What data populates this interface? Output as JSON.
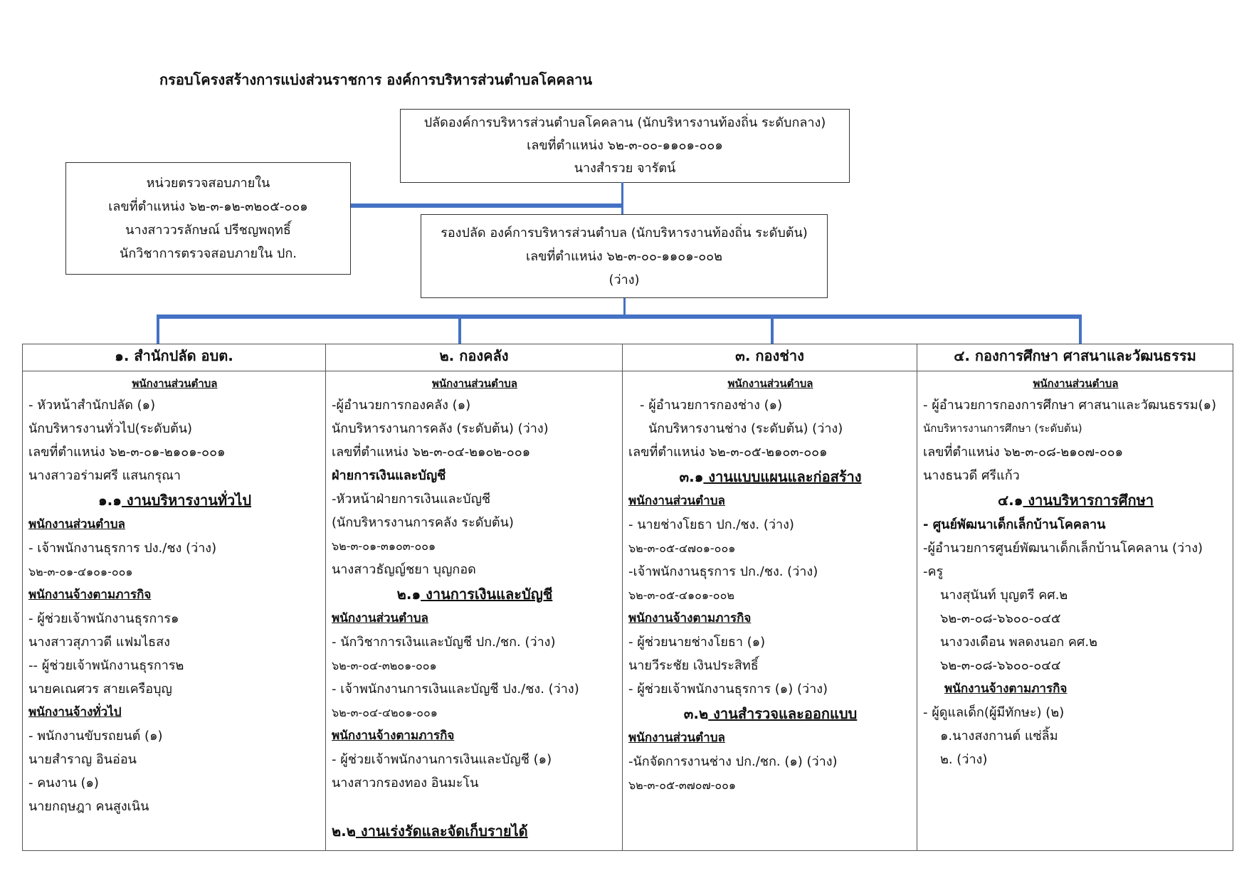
{
  "title": "กรอบโครงสร้างการแบ่งส่วนราชการ องค์การบริหารส่วนตำบลโคคลาน",
  "top_box": [
    "ปลัดองค์การบริหารส่วนตำบลโคคลาน (นักบริหารงานท้องถิ่น ระดับกลาง)",
    "เลขที่ตำแหน่ง ๖๒-๓-๐๐-๑๑๐๑-๐๐๑",
    "นางสำรวย จารัตน์"
  ],
  "audit_box": [
    "หน่วยตรวจสอบภายใน",
    "เลขที่ตำแหน่ง ๖๒-๓-๑๒-๓๒๐๕-๐๐๑",
    "นางสาววรลักษณ์ ปรีชญพฤทธิ์",
    "นักวิชาการตรวจสอบภายใน ปก."
  ],
  "deputy_box": [
    "รองปลัด องค์การบริหารส่วนตำบล (นักบริหารงานท้องถิ่น ระดับต้น)",
    "เลขที่ตำแหน่ง ๖๒-๓-๐๐-๑๑๐๑-๐๐๒",
    "(ว่าง)"
  ],
  "colors": {
    "connector": "#4472c4",
    "border": "#333333"
  },
  "columns": [
    {
      "header": "๑. สำนักปลัด อบต.",
      "lines": [
        {
          "k": "sub",
          "t": "พนักงานส่วนตำบล"
        },
        {
          "k": "n",
          "t": "- หัวหน้าสำนักปลัด (๑)"
        },
        {
          "k": "n",
          "t": "นักบริหารงานทั่วไป(ระดับต้น)"
        },
        {
          "k": "n",
          "t": "เลขที่ตำแหน่ง ๖๒-๓-๐๑-๒๑๐๑-๐๐๑"
        },
        {
          "k": "n",
          "t": "นางสาวอร่ามศรี แสนกรุณา"
        },
        {
          "k": "sec",
          "num": "๑.๑",
          "t": " งานบริหารงานทั่วไป"
        },
        {
          "k": "ul",
          "t": "พนักงานส่วนตำบล"
        },
        {
          "k": "n",
          "t": "- เจ้าพนักงานธุรการ ปง./ชง (ว่าง)"
        },
        {
          "k": "num",
          "t": " ๖๒-๓-๐๑-๔๑๐๑-๐๐๑"
        },
        {
          "k": "ul",
          "t": "พนักงานจ้างตามภารกิจ"
        },
        {
          "k": "n",
          "t": "- ผู้ช่วยเจ้าพนักงานธุรการ๑"
        },
        {
          "k": "n",
          "t": "นางสาวสุภาวดี แฟมไธสง"
        },
        {
          "k": "n",
          "t": "-- ผู้ช่วยเจ้าพนักงานธุรการ๒"
        },
        {
          "k": "n",
          "t": "นายคเณศวร สายเครือบุญ"
        },
        {
          "k": "ul",
          "t": "พนักงานจ้างทั่วไป"
        },
        {
          "k": "n",
          "t": "- พนักงานขับรถยนต์ (๑)"
        },
        {
          "k": "n",
          "t": "นายสำราญ อินอ่อน"
        },
        {
          "k": "n",
          "t": "- คนงาน (๑)"
        },
        {
          "k": "n",
          "t": "นายกฤษฎา คนสูงเนิน"
        }
      ]
    },
    {
      "header": "๒. กองคลัง",
      "lines": [
        {
          "k": "sub",
          "t": "พนักงานส่วนตำบล"
        },
        {
          "k": "n",
          "t": "-ผู้อำนวยการกองคลัง (๑)"
        },
        {
          "k": "n",
          "t": "นักบริหารงานการคลัง (ระดับต้น) (ว่าง)"
        },
        {
          "k": "n",
          "t": "เลขที่ตำแหน่ง ๖๒-๓-๐๔-๒๑๐๒-๐๐๑"
        },
        {
          "k": "b",
          "t": "ฝ่ายการเงินและบัญชี"
        },
        {
          "k": "n",
          "t": "-หัวหน้าฝ่ายการเงินและบัญชี"
        },
        {
          "k": "n",
          "t": "(นักบริหารงานการคลัง ระดับต้น)"
        },
        {
          "k": "num",
          "t": " ๖๒-๓-๐๑-๓๑๐๓-๐๐๑"
        },
        {
          "k": "n",
          "t": "นางสาวธัญญ์ชยา บุญกอด"
        },
        {
          "k": "sec",
          "num": "๒.๑",
          "t": " งานการเงินและบัญชี"
        },
        {
          "k": "ul",
          "t": "พนักงานส่วนตำบล"
        },
        {
          "k": "n",
          "t": "- นักวิชาการเงินและบัญชี ปก./ชก. (ว่าง)"
        },
        {
          "k": "num",
          "t": "๖๒-๓-๐๔-๓๒๐๑-๐๐๑"
        },
        {
          "k": "n",
          "t": "- เจ้าพนักงานการเงินและบัญชี ปง./ชง. (ว่าง)"
        },
        {
          "k": "num",
          "t": "๖๒-๓-๐๔-๔๒๐๑-๐๐๑"
        },
        {
          "k": "ul",
          "t": "พนักงานจ้างตามภารกิจ"
        },
        {
          "k": "n",
          "t": "- ผู้ช่วยเจ้าพนักงานการเงินและบัญชี (๑)"
        },
        {
          "k": "n",
          "t": "นางสาวกรองทอง อินมะโน"
        },
        {
          "k": "blank",
          "t": ""
        },
        {
          "k": "sec-left",
          "num": "๒.๒",
          "t": " งานเร่งรัดและจัดเก็บรายได้"
        }
      ]
    },
    {
      "header": "๓. กองช่าง",
      "lines": [
        {
          "k": "sub",
          "t": "พนักงานส่วนตำบล"
        },
        {
          "k": "ind",
          "t": "- ผู้อำนวยการกองช่าง (๑)"
        },
        {
          "k": "ind3",
          "t": "นักบริหารงานช่าง (ระดับต้น) (ว่าง)"
        },
        {
          "k": "n",
          "t": "เลขที่ตำแหน่ง ๖๒-๓-๐๕-๒๑๐๓-๐๐๑"
        },
        {
          "k": "sec",
          "num": "๓.๑",
          "t": " งานแบบแผนและก่อสร้าง"
        },
        {
          "k": "ul",
          "t": "พนักงานส่วนตำบล"
        },
        {
          "k": "n",
          "t": "- นายช่างโยธา ปก./ชง. (ว่าง)"
        },
        {
          "k": "num",
          "t": "๖๒-๓-๐๕-๔๗๐๑-๐๐๑"
        },
        {
          "k": "n",
          "t": "-เจ้าพนักงานธุรการ ปก./ชง. (ว่าง)"
        },
        {
          "k": "num",
          "t": " ๖๒-๓-๐๕-๔๑๐๑-๐๐๒"
        },
        {
          "k": "ul",
          "t": "พนักงานจ้างตามภารกิจ"
        },
        {
          "k": "n",
          "t": "- ผู้ช่วยนายช่างโยธา  (๑)"
        },
        {
          "k": "n",
          "t": " นายวีระชัย เงินประสิทธิ์"
        },
        {
          "k": "n",
          "t": " - ผู้ช่วยเจ้าพนักงานธุรการ (๑) (ว่าง)"
        },
        {
          "k": "sec",
          "num": "๓.๒",
          "t": " งานสำรวจและออกแบบ"
        },
        {
          "k": "ul",
          "t": "พนักงานส่วนตำบล"
        },
        {
          "k": "n",
          "t": "-นักจัดการงานช่าง ปก./ชก. (๑) (ว่าง)"
        },
        {
          "k": "num",
          "t": "๖๒-๓-๐๕-๓๗๐๗-๐๐๑"
        }
      ]
    },
    {
      "header": "๔. กองการศึกษา ศาสนาและวัฒนธรรม",
      "lines": [
        {
          "k": "sub",
          "t": "พนักงานส่วนตำบล"
        },
        {
          "k": "n",
          "t": "- ผู้อำนวยการกองการศึกษา ศาสนาและวัฒนธรรม(๑)"
        },
        {
          "k": "sm",
          "t": "นักบริหารงานการศึกษา (ระดับต้น)"
        },
        {
          "k": "n",
          "t": "เลขที่ตำแหน่ง ๖๒-๓-๐๘-๒๑๐๗-๐๐๑"
        },
        {
          "k": "n",
          "t": "นางธนวดี ศรีแก้ว"
        },
        {
          "k": "sec",
          "num": "๔.๑",
          "t": " งานบริหารการศึกษา"
        },
        {
          "k": "b",
          "t": "- ศูนย์พัฒนาเด็กเล็กบ้านโคคลาน"
        },
        {
          "k": "n",
          "t": " -ผู้อำนวยการศูนย์พัฒนาเด็กเล็กบ้านโคคลาน (ว่าง)"
        },
        {
          "k": "n",
          "t": " -ครู"
        },
        {
          "k": "ind2",
          "t": "นางสุนันท์ บุญตรี คศ.๒"
        },
        {
          "k": "ind2",
          "t": "๖๒-๓-๐๘-๖๖๐๐-๐๔๕"
        },
        {
          "k": "ind2",
          "t": "นางวงเดือน พลดงนอก คศ.๒"
        },
        {
          "k": "ind2",
          "t": "๖๒-๓-๐๘-๖๖๐๐-๐๔๔"
        },
        {
          "k": "ul-ind",
          "t": "พนักงานจ้างตามภารกิจ"
        },
        {
          "k": "n",
          "t": "-  ผู้ดูแลเด็ก(ผู้มีทักษะ) (๒)"
        },
        {
          "k": "ind2",
          "t": "๑.นางสงกานต์ แซ่ลิ้ม"
        },
        {
          "k": "ind2",
          "t": "๒. (ว่าง)"
        }
      ]
    }
  ]
}
